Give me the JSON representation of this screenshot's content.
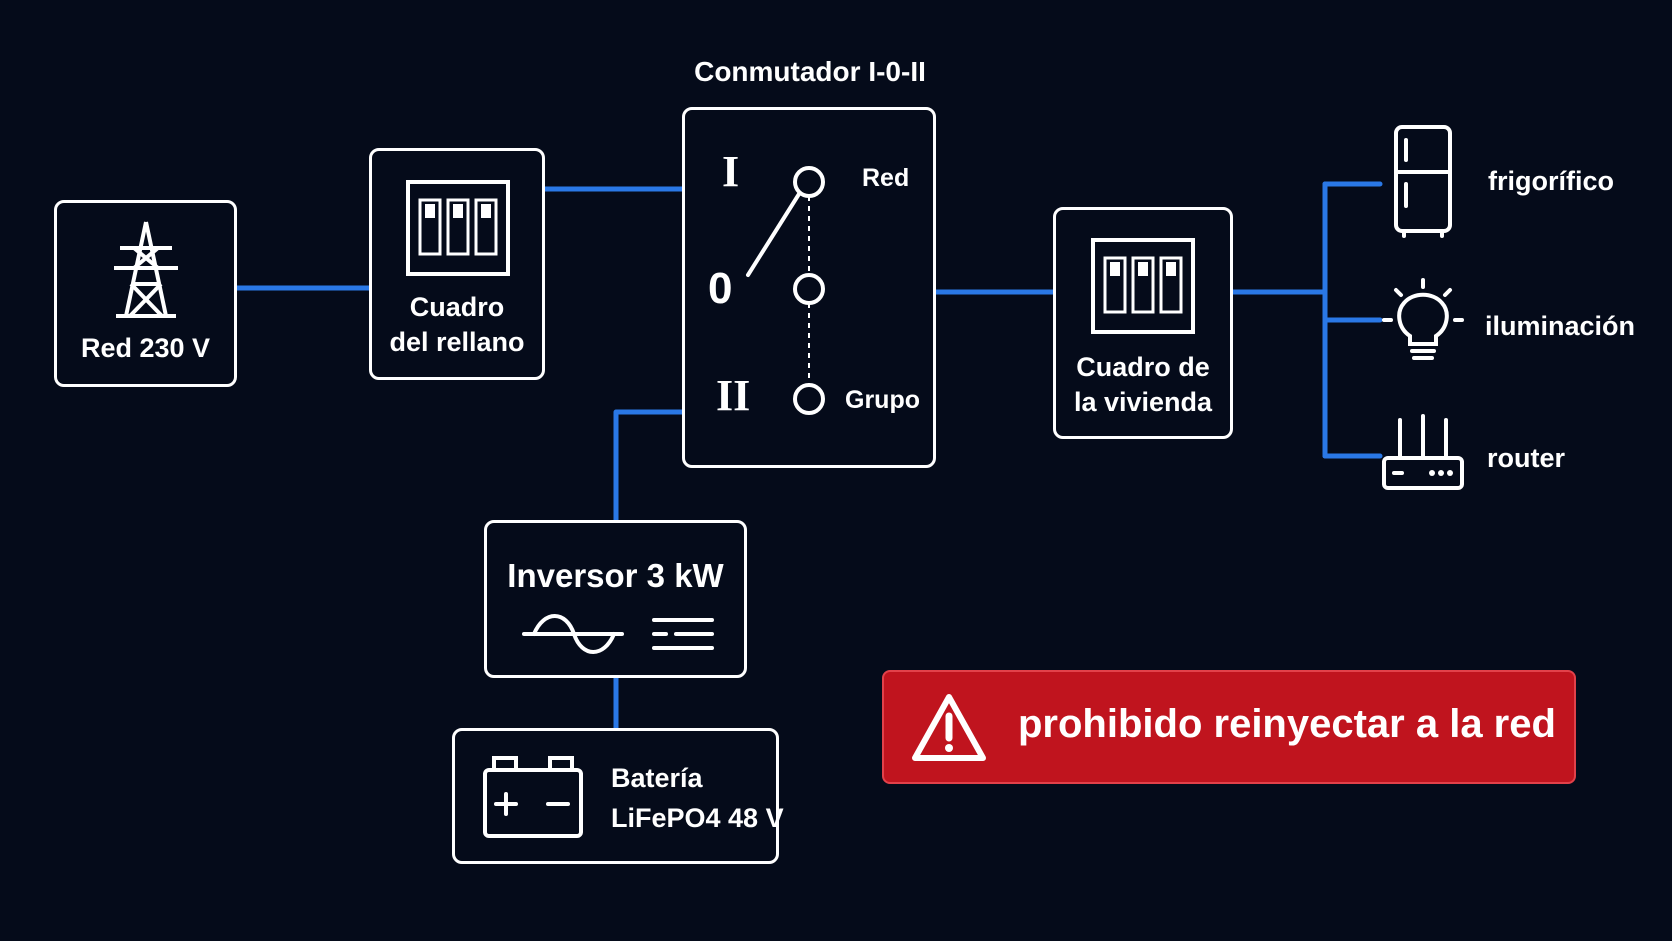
{
  "title": "Conmutador I-0-II",
  "colors": {
    "background": "#050b1a",
    "wire": "#2a78e6",
    "outline": "#ffffff",
    "warning": "#c0141e"
  },
  "nodes": {
    "grid": {
      "label": "Red 230 V",
      "icon": "power-tower-icon"
    },
    "landing_panel": {
      "line1": "Cuadro",
      "line2": "del rellano",
      "icon": "breaker-panel-icon"
    },
    "switch": {
      "pos_1": "I",
      "pos_0": "0",
      "pos_2": "II",
      "label_red": "Red",
      "label_grupo": "Grupo",
      "icon": "changeover-switch-icon"
    },
    "home_panel": {
      "line1": "Cuadro de",
      "line2": "la vivienda",
      "icon": "breaker-panel-icon"
    },
    "inverter": {
      "label": "Inversor 3 kW",
      "icon": "ac-dc-icon"
    },
    "battery": {
      "line1": "Batería",
      "line2": "LiFePO4 48 V",
      "icon": "battery-icon"
    }
  },
  "loads": [
    {
      "label": "frigorífico",
      "icon": "fridge-icon"
    },
    {
      "label": "iluminación",
      "icon": "lightbulb-icon"
    },
    {
      "label": "router",
      "icon": "router-icon"
    }
  ],
  "warning": {
    "text": "prohibido reinyectar a la red",
    "icon": "warning-triangle-icon"
  }
}
